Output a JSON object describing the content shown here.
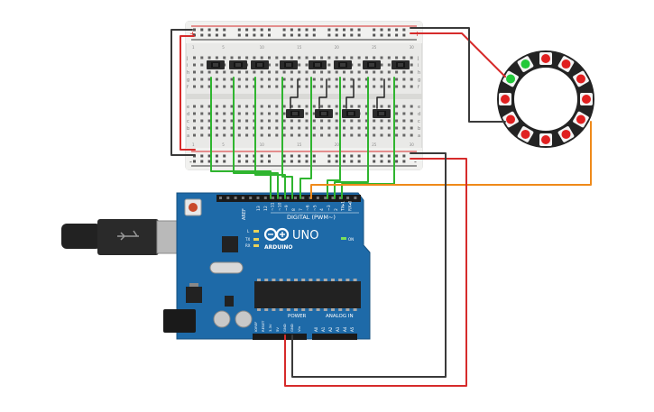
{
  "breadboard": {
    "rail_plus": "+",
    "rail_minus": "-",
    "row_letters_top": [
      "j",
      "i",
      "h",
      "g",
      "f"
    ],
    "row_letters_bottom": [
      "e",
      "d",
      "c",
      "b",
      "a"
    ],
    "column_numbers": [
      "1",
      "5",
      "10",
      "15",
      "20",
      "25",
      "30"
    ]
  },
  "arduino": {
    "model_label": "UNO",
    "brand_label": "ARDUINO",
    "digital_header_label": "DIGITAL (PWM~)",
    "digital_pins": [
      "13",
      "12",
      "~11",
      "~10",
      "~9",
      "8",
      "7",
      "~6",
      "~5",
      "4",
      "~3",
      "2",
      "TX▸1",
      "RX◂0"
    ],
    "left_header_pins": [
      "AREF",
      "GND"
    ],
    "power_label": "POWER",
    "analog_label": "ANALOG IN",
    "power_pins": [
      "IOREF",
      "RESET",
      "3.3V",
      "5V",
      "GND",
      "GND",
      "Vin"
    ],
    "analog_pins": [
      "A0",
      "A1",
      "A2",
      "A3",
      "A4",
      "A5"
    ],
    "led_labels": [
      "L",
      "TX",
      "RX"
    ],
    "on_label": "ON"
  },
  "neopixel_ring": {
    "pixel_count": 12,
    "pixel_colors": [
      "#e02020",
      "#e02020",
      "#e02020",
      "#e02020",
      "#e02020",
      "#e02020",
      "#e02020",
      "#e02020",
      "#e02020",
      "#e02020",
      "#22c83a",
      "#22c83a"
    ]
  },
  "wire_colors": {
    "power": "#d62b2b",
    "ground": "#3a3a3a",
    "button": "#2fb52f",
    "data": "#ef8a1a"
  },
  "pushbuttons": {
    "count": 12
  }
}
